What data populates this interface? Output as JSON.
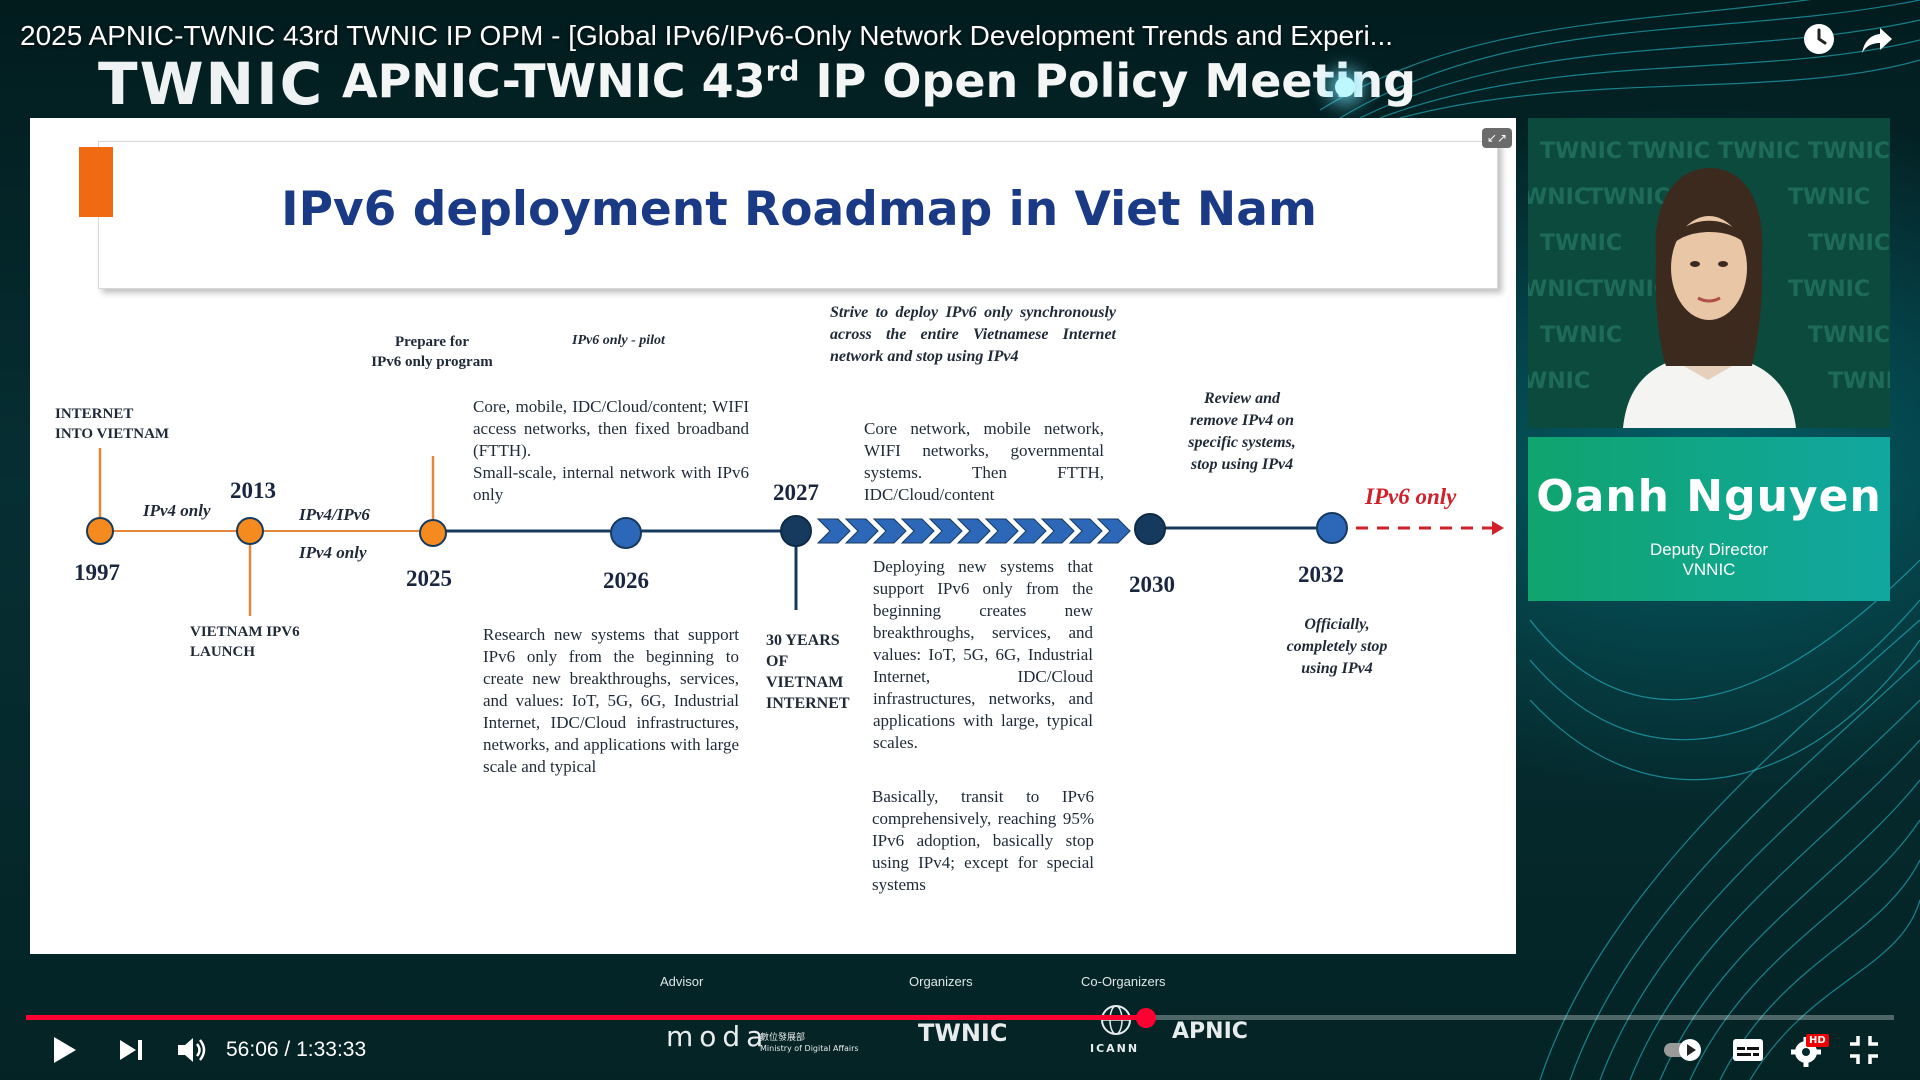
{
  "video": {
    "title": "2025 APNIC-TWNIC 43rd TWNIC IP OPM - [Global IPv6/IPv6-Only Network Development Trends and Experi..."
  },
  "banner": {
    "logo_text": "TWNIC",
    "meeting_prefix": "APNIC-TWNIC 43",
    "meeting_sup": "rd",
    "meeting_suffix": "IP Open Policy Meeting"
  },
  "slide": {
    "title": "IPv6 deployment Roadmap in Viet Nam",
    "expand_icon": "↙↗",
    "milestones": {
      "m1997": {
        "year": "1997",
        "label": "INTERNET\nINTO VIETNAM"
      },
      "m2013": {
        "year": "2013",
        "label": "VIETNAM IPV6\nLAUNCH"
      },
      "m2025": {
        "year": "2025",
        "label": "Prepare for\nIPv6 only program"
      },
      "m2026": {
        "year": "2026",
        "label": "IPv6 only - pilot"
      },
      "m2027": {
        "year": "2027",
        "label": "30 YEARS\nOF\nVIETNAM\nINTERNET"
      },
      "m2030": {
        "year": "2030",
        "label": "Review and\nremove IPv4 on\nspecific systems,\nstop using IPv4"
      },
      "m2032": {
        "year": "2032",
        "label": "Officially,\ncompletely stop\nusing IPv4"
      }
    },
    "segments": {
      "ipv4_only": "IPv4 only",
      "dual": "IPv4/IPv6",
      "ipv4_only_2": "IPv4 only",
      "ipv6_only_end": "IPv6 only"
    },
    "texts": {
      "pilot_scope": "Core, mobile, IDC/Cloud/content; WIFI access networks, then fixed broadband (FTTH).\nSmall-scale, internal network with IPv6 only",
      "research": "Research new systems that support IPv6 only from the beginning to create new breakthroughs, services, and values: IoT, 5G, 6G, Industrial Internet, IDC/Cloud infrastructures, networks, and applications with large scale and typical",
      "strive": "Strive to deploy IPv6 only synchronously across the entire Vietnamese Internet network and stop using IPv4",
      "core_network": "Core network, mobile network, WIFI networks, governmental systems. Then FTTH, IDC/Cloud/content",
      "deploying": "Deploying new systems that support IPv6 only from the beginning creates new breakthroughs, services, and values: IoT, 5G, 6G, Industrial Internet, IDC/Cloud infrastructures, networks, and applications with large, typical scales.",
      "basically": "Basically, transit to IPv6 comprehensively, reaching 95% IPv6 adoption, basically stop using IPv4; except for special systems"
    }
  },
  "speaker": {
    "name": "Oanh Nguyen",
    "title": "Deputy Director",
    "org": "VNNIC",
    "backdrop_text": "TWNIC"
  },
  "sponsors": {
    "advisor_label": "Advisor",
    "organizers_label": "Organizers",
    "coorganizers_label": "Co-Organizers",
    "moda": "moda",
    "moda_sub": "數位發展部",
    "moda_sub2": "Ministry of Digital Affairs",
    "twnic": "TWNIC",
    "icann": "ICANN",
    "apnic": "APNIC"
  },
  "player": {
    "current_time": "56:06",
    "separator": " / ",
    "duration": "1:33:33",
    "progress_fraction": 0.5995,
    "hd_badge": "HD"
  },
  "colors": {
    "timeline_navy": "#163a5e",
    "timeline_orange": "#e4873a",
    "node_blue": "#2d68b8",
    "node_orange": "#f58a1f",
    "ipv6_red": "#d0202a",
    "progress_red": "#ff0033",
    "name_card_green": "#10a46e"
  }
}
